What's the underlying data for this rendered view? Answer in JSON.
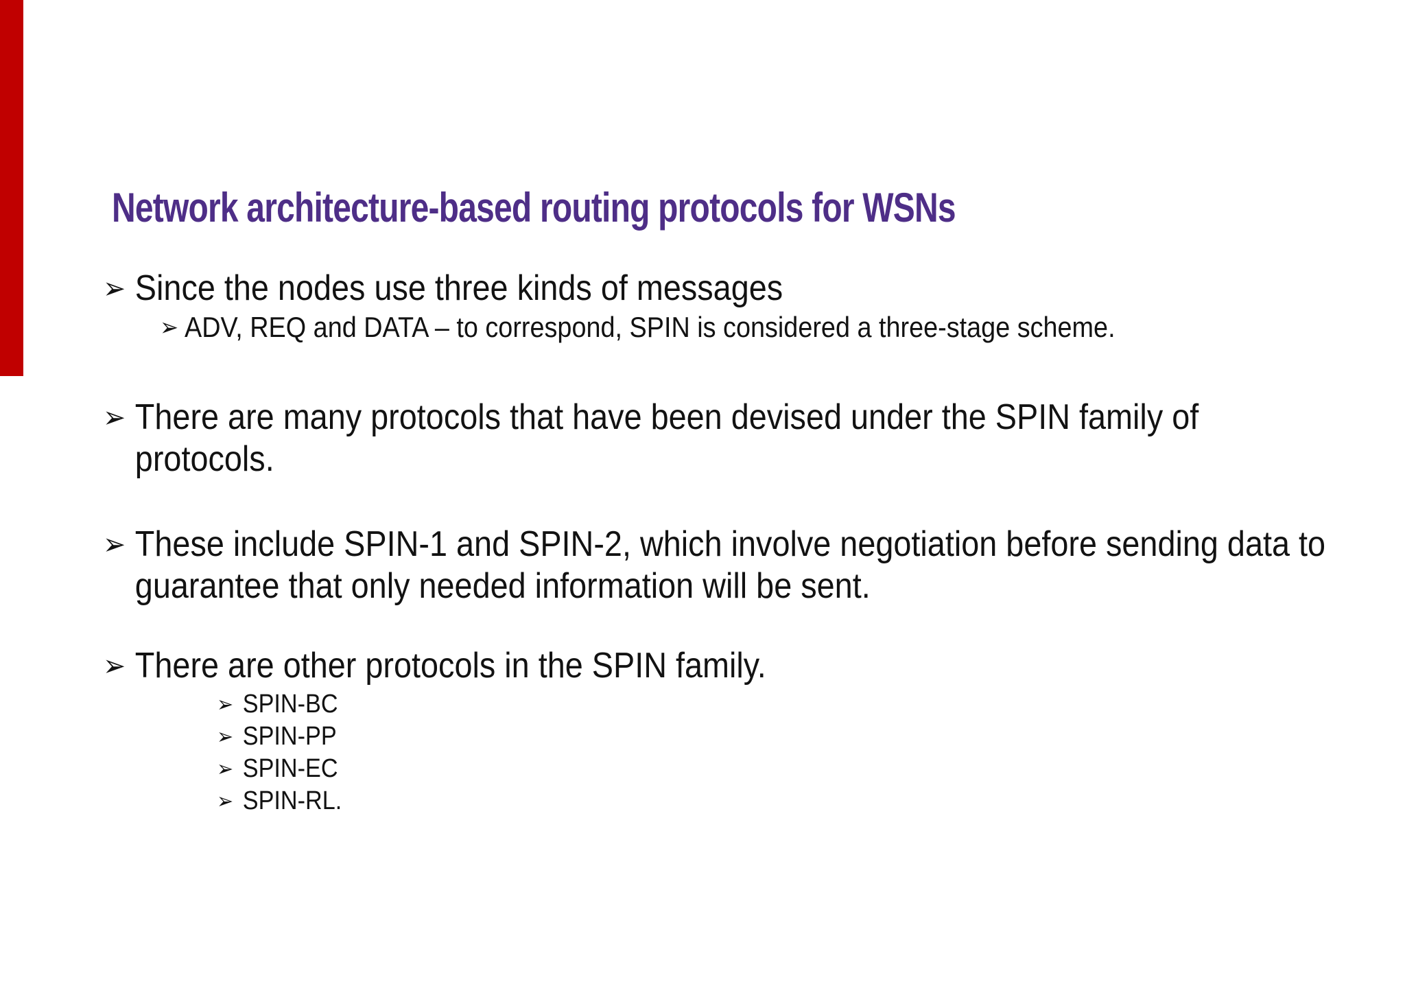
{
  "page": {
    "background_color": "#ffffff",
    "accent_bar_color": "#c00000",
    "title_color": "#4e2e87",
    "body_text_color": "#121212"
  },
  "title": {
    "text": "Network architecture-based routing protocols for WSNs"
  },
  "bullets": [
    {
      "level": 1,
      "marker": "➢",
      "text": "Since the nodes use three kinds of messages"
    },
    {
      "level": 2,
      "marker": "➢",
      "text": "ADV, REQ and DATA – to correspond, SPIN is considered a three-stage scheme."
    },
    {
      "level": 1,
      "marker": "➢",
      "text": "There are many protocols that have been devised under the SPIN family of protocols."
    },
    {
      "level": 1,
      "marker": "➢",
      "text": "These include SPIN-1 and SPIN-2, which involve negotiation before sending data to guarantee that only needed information will be sent."
    },
    {
      "level": 1,
      "marker": "➢",
      "text": "There are other protocols in the SPIN family."
    },
    {
      "level": 3,
      "marker": "➢",
      "text": "SPIN-BC"
    },
    {
      "level": 3,
      "marker": "➢",
      "text": "SPIN-PP"
    },
    {
      "level": 3,
      "marker": "➢",
      "text": "SPIN-EC"
    },
    {
      "level": 3,
      "marker": "➢",
      "text": "SPIN-RL."
    }
  ]
}
